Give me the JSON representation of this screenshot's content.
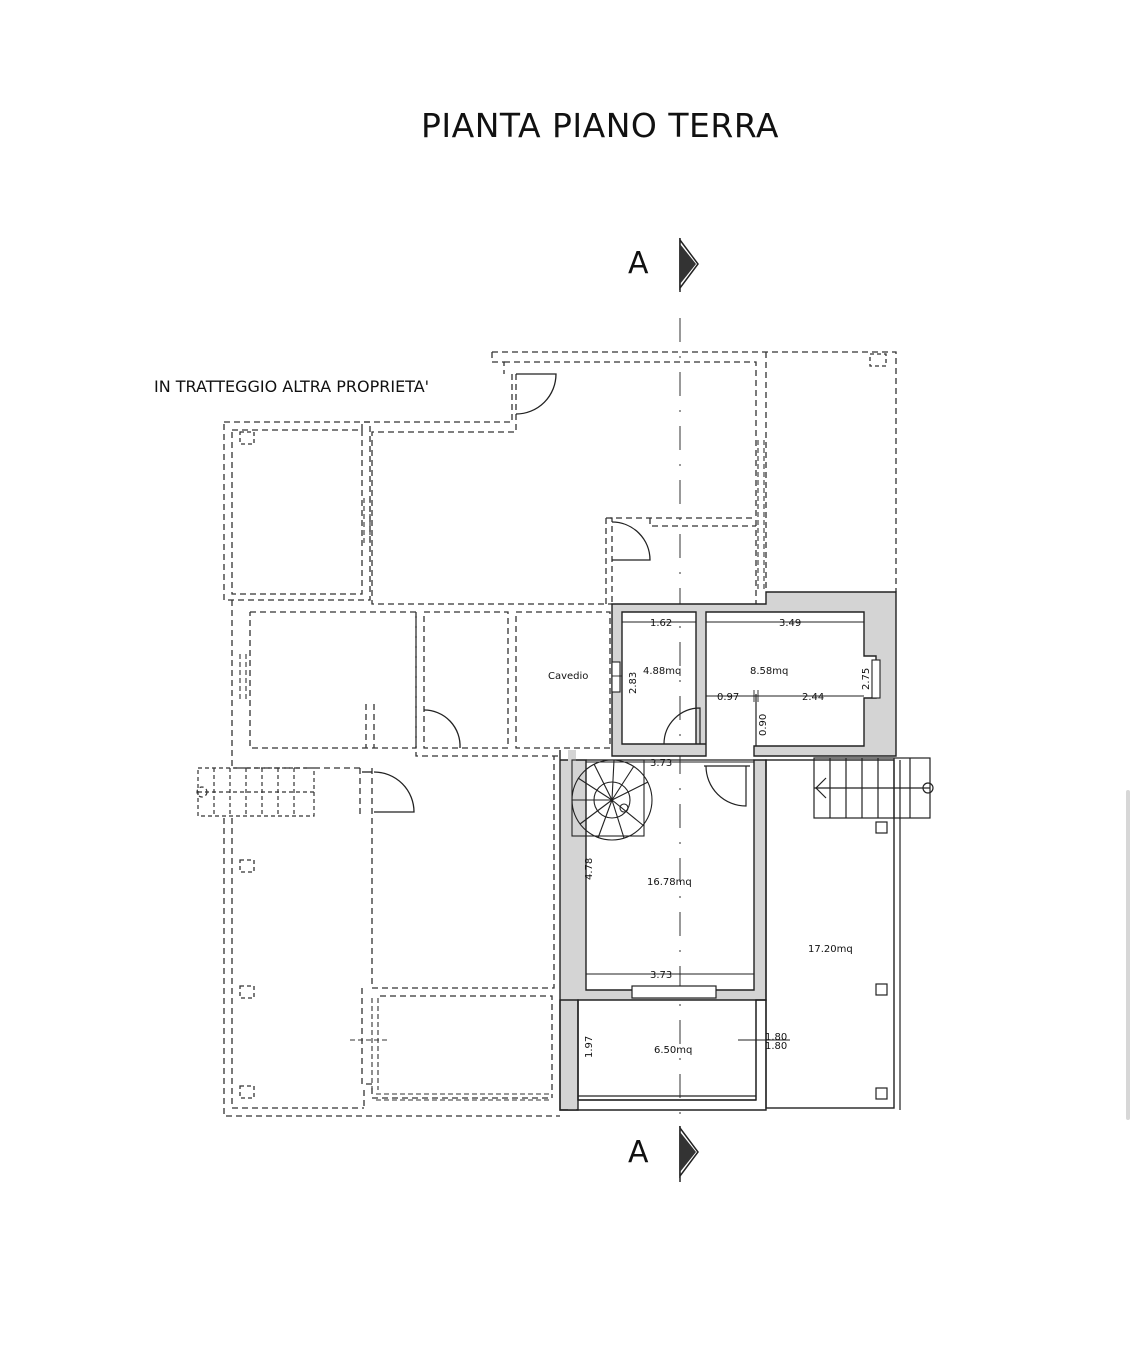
{
  "title": "PIANTA PIANO TERRA",
  "note": "IN TRATTEGGIO ALTRA PROPRIETA'",
  "section_marker_top": "A",
  "section_marker_bottom": "A",
  "rooms": {
    "cavedio": "Cavedio",
    "room_a": "4.88mq",
    "room_b": "8.58mq",
    "room_c": "16.78mq",
    "room_d": "17.20mq",
    "room_e": "6.50mq"
  },
  "dimensions": {
    "d_162": "1.62",
    "d_349": "3.49",
    "d_283": "2.83",
    "d_275": "2.75",
    "d_097": "0.97",
    "d_244": "2.44",
    "d_090": "0.90",
    "d_373_top": "3.73",
    "d_478": "4.78",
    "d_373_bottom": "3.73",
    "d_197": "1.97",
    "d_180_a": "1.80",
    "d_180_b": "1.80"
  },
  "colors": {
    "wall_fill": "#d4d4d4",
    "line": "#222222",
    "dashed": "#333333"
  }
}
